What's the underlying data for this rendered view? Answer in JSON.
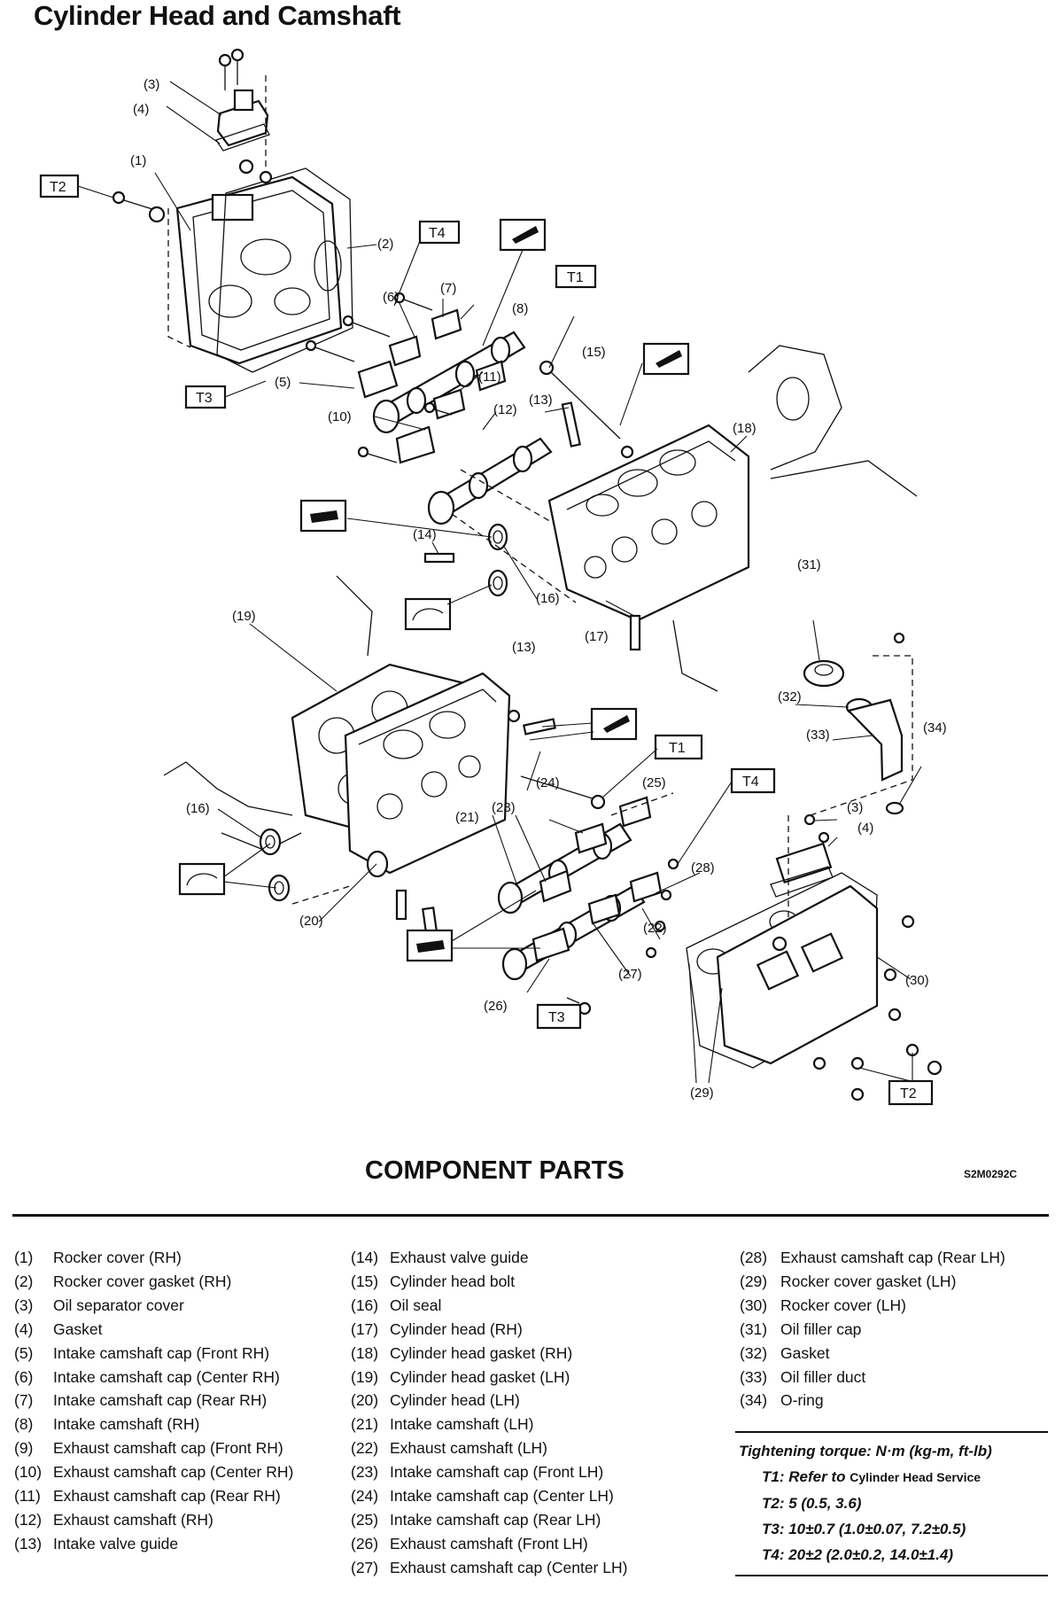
{
  "title": "Cylinder Head and Camshaft",
  "callouts": {
    "c1": "(1)",
    "c2": "(2)",
    "c3": "(3)",
    "c4": "(4)",
    "c5": "(5)",
    "c6": "(6)",
    "c7": "(7)",
    "c8": "(8)",
    "c10": "(10)",
    "c11": "(11)",
    "c12": "(12)",
    "c13": "(13)",
    "c14": "(14)",
    "c15": "(15)",
    "c16": "(16)",
    "c17": "(17)",
    "c18": "(18)",
    "c19": "(19)",
    "c20": "(20)",
    "c21": "(21)",
    "c22": "(22)",
    "c23": "(23)",
    "c24": "(24)",
    "c25": "(25)",
    "c26": "(26)",
    "c27": "(27)",
    "c28": "(28)",
    "c29": "(29)",
    "c30": "(30)",
    "c31": "(31)",
    "c32": "(32)",
    "c33": "(33)",
    "c34": "(34)"
  },
  "torque_tags": {
    "t1": "T1",
    "t2": "T2",
    "t3": "T3",
    "t4": "T4"
  },
  "component_heading": "COMPONENT PARTS",
  "figure_code": "S2M0292C",
  "parts": {
    "col1": [
      {
        "num": "(1)",
        "name": "Rocker cover (RH)"
      },
      {
        "num": "(2)",
        "name": "Rocker cover gasket (RH)"
      },
      {
        "num": "(3)",
        "name": "Oil separator cover"
      },
      {
        "num": "(4)",
        "name": "Gasket"
      },
      {
        "num": "(5)",
        "name": "Intake camshaft cap (Front RH)"
      },
      {
        "num": "(6)",
        "name": "Intake camshaft cap (Center RH)"
      },
      {
        "num": "(7)",
        "name": "Intake camshaft cap (Rear RH)"
      },
      {
        "num": "(8)",
        "name": "Intake camshaft (RH)"
      },
      {
        "num": "(9)",
        "name": "Exhaust camshaft cap (Front RH)"
      },
      {
        "num": "(10)",
        "name": "Exhaust camshaft cap (Center RH)"
      },
      {
        "num": "(11)",
        "name": "Exhaust camshaft cap (Rear RH)"
      },
      {
        "num": "(12)",
        "name": "Exhaust camshaft (RH)"
      },
      {
        "num": "(13)",
        "name": "Intake valve guide"
      }
    ],
    "col2": [
      {
        "num": "(14)",
        "name": "Exhaust valve guide"
      },
      {
        "num": "(15)",
        "name": "Cylinder head bolt"
      },
      {
        "num": "(16)",
        "name": "Oil seal"
      },
      {
        "num": "(17)",
        "name": "Cylinder head (RH)"
      },
      {
        "num": "(18)",
        "name": "Cylinder head gasket (RH)"
      },
      {
        "num": "(19)",
        "name": "Cylinder head gasket (LH)"
      },
      {
        "num": "(20)",
        "name": "Cylinder head (LH)"
      },
      {
        "num": "(21)",
        "name": "Intake camshaft (LH)"
      },
      {
        "num": "(22)",
        "name": "Exhaust camshaft (LH)"
      },
      {
        "num": "(23)",
        "name": "Intake camshaft cap (Front LH)"
      },
      {
        "num": "(24)",
        "name": "Intake camshaft cap (Center LH)"
      },
      {
        "num": "(25)",
        "name": "Intake camshaft cap (Rear LH)"
      },
      {
        "num": "(26)",
        "name": "Exhaust camshaft (Front LH)"
      },
      {
        "num": "(27)",
        "name": "Exhaust camshaft cap (Center LH)"
      }
    ],
    "col3": [
      {
        "num": "(28)",
        "name": "Exhaust camshaft cap (Rear LH)"
      },
      {
        "num": "(29)",
        "name": "Rocker cover gasket (LH)"
      },
      {
        "num": "(30)",
        "name": "Rocker cover (LH)"
      },
      {
        "num": "(31)",
        "name": "Oil filler cap"
      },
      {
        "num": "(32)",
        "name": "Gasket"
      },
      {
        "num": "(33)",
        "name": "Oil filler duct"
      },
      {
        "num": "(34)",
        "name": "O-ring"
      }
    ]
  },
  "torque": {
    "title": "Tightening torque: N·m (kg-m, ft-lb)",
    "t1_label": "T1:",
    "t1_text": "Refer to",
    "t1_ref": "Cylinder Head Service",
    "t2": "T2: 5 (0.5, 3.6)",
    "t3": "T3: 10±0.7 (1.0±0.07, 7.2±0.5)",
    "t4": "T4: 20±2 (2.0±0.2, 14.0±1.4)"
  }
}
